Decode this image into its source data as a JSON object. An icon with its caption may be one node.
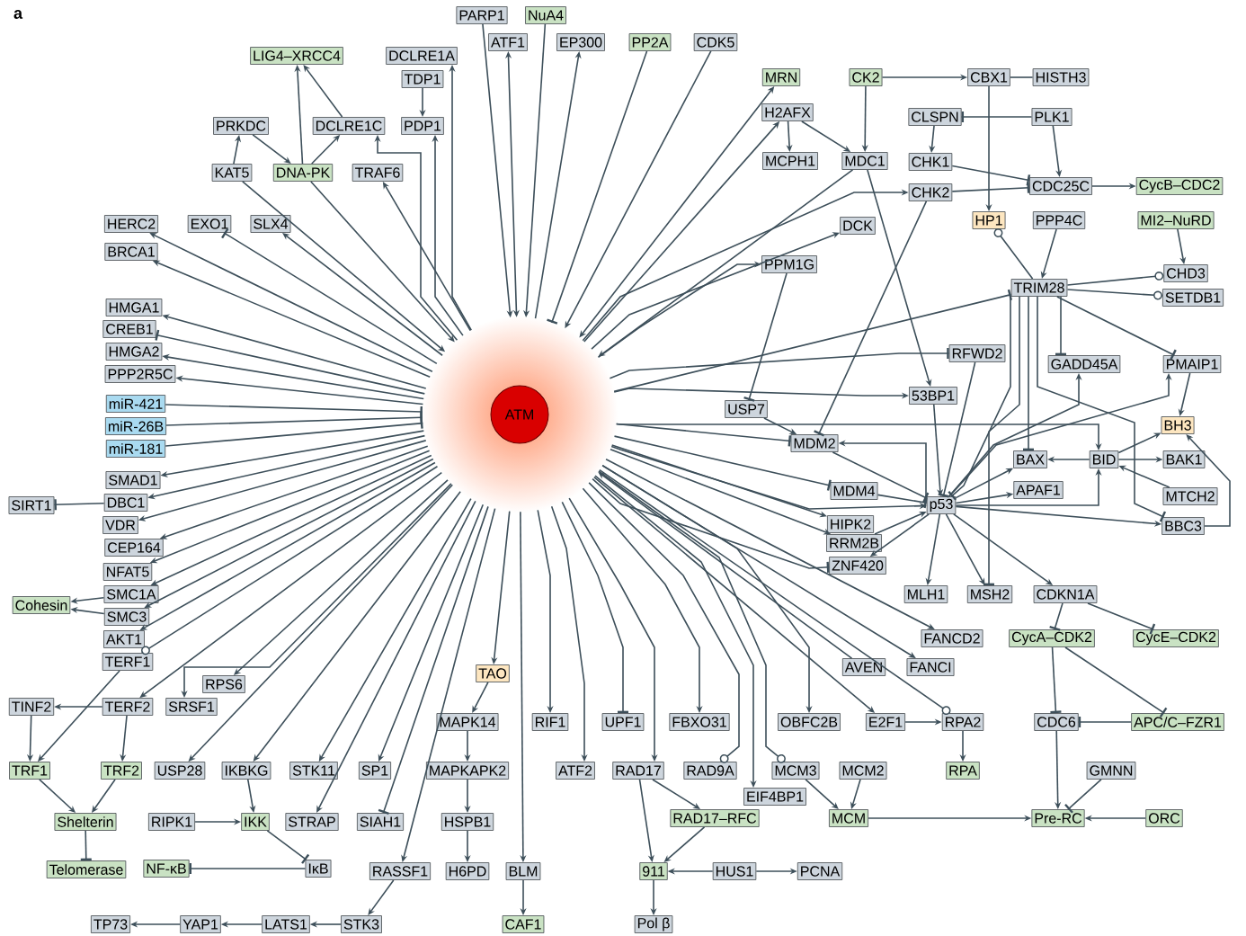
{
  "diagram": {
    "nodes": [
      {
        "text": [
          "ATM"
        ]
      },
      {
        "text": [
          "LIG4–XRCC4"
        ]
      },
      {
        "text": [
          "DCLRE1A"
        ]
      },
      {
        "text": [
          "TDP1"
        ]
      },
      {
        "text": [
          "PRKDC"
        ]
      },
      {
        "text": [
          "DCLRE1C"
        ]
      },
      {
        "text": [
          "PDP1"
        ]
      },
      {
        "text": [
          "KAT5"
        ]
      },
      {
        "text": [
          "DNA-PK"
        ]
      },
      {
        "text": [
          "TRAF6"
        ]
      },
      {
        "text": [
          "HERC2"
        ]
      },
      {
        "text": [
          "EXO1"
        ]
      },
      {
        "text": [
          "SLX4"
        ]
      },
      {
        "text": [
          "BRCA1"
        ]
      },
      {
        "text": [
          "HMGA1"
        ]
      },
      {
        "text": [
          "CREB1"
        ]
      },
      {
        "text": [
          "HMGA2"
        ]
      },
      {
        "text": [
          "PPP2R5C"
        ]
      },
      {
        "text": [
          "miR-421"
        ]
      },
      {
        "text": [
          "miR-26B"
        ]
      },
      {
        "text": [
          "miR-181"
        ]
      },
      {
        "text": [
          "SMAD1"
        ]
      },
      {
        "text": [
          "SIRT1"
        ]
      },
      {
        "text": [
          "DBC1"
        ]
      },
      {
        "text": [
          "VDR"
        ]
      },
      {
        "text": [
          "CEP164"
        ]
      },
      {
        "text": [
          "NFAT5"
        ]
      },
      {
        "text": [
          "Cohesin"
        ]
      },
      {
        "text": [
          "SMC1A"
        ]
      },
      {
        "text": [
          "SMC3"
        ]
      },
      {
        "text": [
          "AKT1"
        ]
      },
      {
        "text": [
          "TERF1"
        ]
      },
      {
        "text": [
          "RPS6"
        ]
      },
      {
        "text": [
          "TINF2"
        ]
      },
      {
        "text": [
          "TERF2"
        ]
      },
      {
        "text": [
          "SRSF1"
        ]
      },
      {
        "text": [
          "TRF1"
        ]
      },
      {
        "text": [
          "TRF2"
        ]
      },
      {
        "text": [
          "USP28"
        ]
      },
      {
        "text": [
          "IKBKG"
        ]
      },
      {
        "text": [
          "STK11"
        ]
      },
      {
        "text": [
          "SP1"
        ]
      },
      {
        "text": [
          "Shelterin"
        ]
      },
      {
        "text": [
          "RIPK1"
        ]
      },
      {
        "text": [
          "IKK"
        ]
      },
      {
        "text": [
          "STRAP"
        ]
      },
      {
        "text": [
          "SIAH1"
        ]
      },
      {
        "text": [
          "Telomerase"
        ]
      },
      {
        "text": [
          "NF-κB"
        ]
      },
      {
        "text": [
          "IκB"
        ]
      },
      {
        "text": [
          "RASSF1"
        ]
      },
      {
        "text": [
          "TP73"
        ]
      },
      {
        "text": [
          "YAP1"
        ]
      },
      {
        "text": [
          "LATS1"
        ]
      },
      {
        "text": [
          "STK3"
        ]
      },
      {
        "text": [
          "TAO"
        ]
      },
      {
        "text": [
          "MAPK14"
        ]
      },
      {
        "text": [
          "MAPKAPK2"
        ]
      },
      {
        "text": [
          "HSPB1"
        ]
      },
      {
        "text": [
          "H6PD"
        ]
      },
      {
        "text": [
          "BLM"
        ]
      },
      {
        "text": [
          "CAF1"
        ]
      },
      {
        "text": [
          "RIF1"
        ]
      },
      {
        "text": [
          "ATF2"
        ]
      },
      {
        "text": [
          "UPF1"
        ]
      },
      {
        "text": [
          "RAD17"
        ]
      },
      {
        "text": [
          "FBXO31"
        ]
      },
      {
        "text": [
          "RAD9A"
        ]
      },
      {
        "text": [
          "RAD17–RFC"
        ]
      },
      {
        "text": [
          "MCM3"
        ]
      },
      {
        "text": [
          "EIF4BP1"
        ]
      },
      {
        "text": [
          "OBFC2B"
        ]
      },
      {
        "text": [
          "MCM2"
        ]
      },
      {
        "text": [
          "911"
        ]
      },
      {
        "text": [
          "HUS1"
        ]
      },
      {
        "text": [
          "PCNA"
        ]
      },
      {
        "text": [
          "Pol β"
        ]
      },
      {
        "text": [
          "MCM"
        ]
      },
      {
        "text": [
          "PARP1"
        ]
      },
      {
        "text": [
          "NuA4"
        ]
      },
      {
        "text": [
          "ATF1"
        ]
      },
      {
        "text": [
          "EP300"
        ]
      },
      {
        "text": [
          "PP2A"
        ]
      },
      {
        "text": [
          "CDK5"
        ]
      },
      {
        "text": [
          "MRN"
        ]
      },
      {
        "text": [
          "H2AFX"
        ]
      },
      {
        "text": [
          "MCPH1"
        ]
      },
      {
        "text": [
          "MDC1"
        ]
      },
      {
        "text": [
          "CK2"
        ]
      },
      {
        "text": [
          "CBX1"
        ]
      },
      {
        "text": [
          "HISTH3"
        ]
      },
      {
        "text": [
          "CLSPN"
        ]
      },
      {
        "text": [
          "PLK1"
        ]
      },
      {
        "text": [
          "CHK1"
        ]
      },
      {
        "text": [
          "CHK2"
        ]
      },
      {
        "text": [
          "CDC25C"
        ]
      },
      {
        "text": [
          "CycB–CDC2"
        ]
      },
      {
        "text": [
          "DCK"
        ]
      },
      {
        "text": [
          "HP1"
        ]
      },
      {
        "text": [
          "PPP4C"
        ]
      },
      {
        "text": [
          "MI2–NuRD"
        ]
      },
      {
        "text": [
          "PPM1G"
        ]
      },
      {
        "text": [
          "TRIM28"
        ]
      },
      {
        "text": [
          "CHD3"
        ]
      },
      {
        "text": [
          "SETDB1"
        ]
      },
      {
        "text": [
          "RFWD2"
        ]
      },
      {
        "text": [
          "GADD45A"
        ]
      },
      {
        "text": [
          "PMAIP1"
        ]
      },
      {
        "text": [
          "53BP1"
        ]
      },
      {
        "text": [
          "USP7"
        ]
      },
      {
        "text": [
          "BH3"
        ]
      },
      {
        "text": [
          "MDM2"
        ]
      },
      {
        "text": [
          "BAX"
        ]
      },
      {
        "text": [
          "BID"
        ]
      },
      {
        "text": [
          "BAK1"
        ]
      },
      {
        "text": [
          "MDM4"
        ]
      },
      {
        "text": [
          "APAF1"
        ]
      },
      {
        "text": [
          "p53"
        ]
      },
      {
        "text": [
          "MTCH2"
        ]
      },
      {
        "text": [
          "HIPK2"
        ]
      },
      {
        "text": [
          "RRM2B"
        ]
      },
      {
        "text": [
          "BBC3"
        ]
      },
      {
        "text": [
          "ZNF420"
        ]
      },
      {
        "text": [
          "MLH1"
        ]
      },
      {
        "text": [
          "MSH2"
        ]
      },
      {
        "text": [
          "CDKN1A"
        ]
      },
      {
        "text": [
          "FANCD2"
        ]
      },
      {
        "text": [
          "CycA–CDK2"
        ]
      },
      {
        "text": [
          "CycE–CDK2"
        ]
      },
      {
        "text": [
          "AVEN"
        ]
      },
      {
        "text": [
          "FANCI"
        ]
      },
      {
        "text": [
          "E2F1"
        ]
      },
      {
        "text": [
          "RPA2"
        ]
      },
      {
        "text": [
          "CDC6"
        ]
      },
      {
        "text": [
          "APC/C–FZR1"
        ]
      },
      {
        "text": [
          "RPA"
        ]
      },
      {
        "text": [
          "GMNN"
        ]
      },
      {
        "text": [
          "Pre-RC"
        ]
      },
      {
        "text": [
          "ORC"
        ]
      }
    ],
    "edges": [
      {
        "from": 7,
        "to": 0,
        "arrow": "to"
      },
      {
        "from": 8,
        "to": 0,
        "arrow": "to"
      },
      {
        "from": 0,
        "to": 9,
        "arrow": "to"
      },
      {
        "from": 0,
        "to": 5,
        "arrow": "to"
      },
      {
        "from": 0,
        "to": 6,
        "arrow": "to"
      },
      {
        "from": 0,
        "to": 2,
        "arrow": "to"
      },
      {
        "from": 78,
        "to": 0,
        "arrow": "to"
      },
      {
        "from": 0,
        "to": 80,
        "arrow": "both"
      },
      {
        "from": 79,
        "to": 0,
        "arrow": "to"
      },
      {
        "from": 0,
        "to": 81,
        "arrow": "to"
      },
      {
        "from": 82,
        "to": 0,
        "arrow": "other"
      },
      {
        "from": 83,
        "to": 0,
        "arrow": "to"
      },
      {
        "from": 0,
        "to": 84,
        "arrow": "both"
      },
      {
        "from": 0,
        "to": 85,
        "arrow": "to"
      },
      {
        "from": 87,
        "to": 0,
        "arrow": "to"
      },
      {
        "from": 0,
        "to": 94,
        "arrow": "to"
      },
      {
        "from": 0,
        "to": 97,
        "arrow": "to"
      },
      {
        "from": 0,
        "to": 101,
        "arrow": "to"
      },
      {
        "from": 0,
        "to": 102,
        "arrow": "other"
      },
      {
        "from": 0,
        "to": 105,
        "arrow": "other"
      },
      {
        "from": 0,
        "to": 108,
        "arrow": "to"
      },
      {
        "from": 0,
        "to": 113,
        "arrow": "to"
      },
      {
        "from": 0,
        "to": 111,
        "arrow": "other"
      },
      {
        "from": 0,
        "to": 115,
        "arrow": "other"
      },
      {
        "from": 0,
        "to": 117,
        "arrow": "to"
      },
      {
        "from": 0,
        "to": 119,
        "arrow": "to"
      },
      {
        "from": 0,
        "to": 120,
        "arrow": "to"
      },
      {
        "from": 0,
        "to": 122,
        "arrow": "other"
      },
      {
        "from": 0,
        "to": 126,
        "arrow": "to"
      },
      {
        "from": 0,
        "to": 130,
        "arrow": "to"
      },
      {
        "from": 129,
        "to": 0,
        "arrow": "to"
      },
      {
        "from": 0,
        "to": 131,
        "arrow": "to"
      },
      {
        "from": 0,
        "to": 132,
        "arrow": "other"
      },
      {
        "from": 0,
        "to": 71,
        "arrow": "to"
      },
      {
        "from": 0,
        "to": 70,
        "arrow": "to"
      },
      {
        "from": 0,
        "to": 69,
        "arrow": "other"
      },
      {
        "from": 0,
        "to": 67,
        "arrow": "other"
      },
      {
        "from": 0,
        "to": 66,
        "arrow": "to"
      },
      {
        "from": 0,
        "to": 65,
        "arrow": "to"
      },
      {
        "from": 0,
        "to": 64,
        "arrow": "other"
      },
      {
        "from": 0,
        "to": 63,
        "arrow": "to"
      },
      {
        "from": 0,
        "to": 62,
        "arrow": "to"
      },
      {
        "from": 0,
        "to": 60,
        "arrow": "to"
      },
      {
        "from": 0,
        "to": 55,
        "arrow": "to"
      },
      {
        "from": 0,
        "to": 50,
        "arrow": "to"
      },
      {
        "from": 0,
        "to": 46,
        "arrow": "other"
      },
      {
        "from": 0,
        "to": 41,
        "arrow": "to"
      },
      {
        "from": 0,
        "to": 40,
        "arrow": "to"
      },
      {
        "from": 0,
        "to": 45,
        "arrow": "to"
      },
      {
        "from": 0,
        "to": 39,
        "arrow": "to"
      },
      {
        "from": 0,
        "to": 38,
        "arrow": "to"
      },
      {
        "from": 0,
        "to": 35,
        "arrow": "to"
      },
      {
        "from": 0,
        "to": 32,
        "arrow": "to"
      },
      {
        "from": 0,
        "to": 34,
        "arrow": "to"
      },
      {
        "from": 0,
        "to": 31,
        "arrow": "other"
      },
      {
        "from": 0,
        "to": 30,
        "arrow": "to"
      },
      {
        "from": 0,
        "to": 29,
        "arrow": "to"
      },
      {
        "from": 0,
        "to": 28,
        "arrow": "to"
      },
      {
        "from": 0,
        "to": 26,
        "arrow": "to"
      },
      {
        "from": 0,
        "to": 25,
        "arrow": "to"
      },
      {
        "from": 0,
        "to": 24,
        "arrow": "to"
      },
      {
        "from": 0,
        "to": 23,
        "arrow": "to"
      },
      {
        "from": 0,
        "to": 21,
        "arrow": "to"
      },
      {
        "from": 18,
        "to": 0,
        "arrow": "other"
      },
      {
        "from": 19,
        "to": 0,
        "arrow": "other"
      },
      {
        "from": 20,
        "to": 0,
        "arrow": "other"
      },
      {
        "from": 0,
        "to": 17,
        "arrow": "to"
      },
      {
        "from": 0,
        "to": 16,
        "arrow": "to"
      },
      {
        "from": 0,
        "to": 15,
        "arrow": "other"
      },
      {
        "from": 0,
        "to": 14,
        "arrow": "to"
      },
      {
        "from": 0,
        "to": 13,
        "arrow": "to"
      },
      {
        "from": 0,
        "to": 10,
        "arrow": "to"
      },
      {
        "from": 0,
        "to": 11,
        "arrow": "other"
      },
      {
        "from": 0,
        "to": 12,
        "arrow": "to"
      },
      {
        "from": 7,
        "to": 4,
        "arrow": "to"
      },
      {
        "from": 4,
        "to": 8,
        "arrow": "to"
      },
      {
        "from": 8,
        "to": 1,
        "arrow": "to"
      },
      {
        "from": 8,
        "to": 5,
        "arrow": "to"
      },
      {
        "from": 5,
        "to": 1,
        "arrow": "to"
      },
      {
        "from": 3,
        "to": 6,
        "arrow": "to"
      },
      {
        "from": 23,
        "to": 22,
        "arrow": "other"
      },
      {
        "from": 28,
        "to": 27,
        "arrow": "to"
      },
      {
        "from": 29,
        "to": 27,
        "arrow": "to"
      },
      {
        "from": 31,
        "to": 36,
        "arrow": "to"
      },
      {
        "from": 34,
        "to": 33,
        "arrow": "to"
      },
      {
        "from": 33,
        "to": 36,
        "arrow": "to"
      },
      {
        "from": 34,
        "to": 37,
        "arrow": "to"
      },
      {
        "from": 36,
        "to": 42,
        "arrow": "to"
      },
      {
        "from": 37,
        "to": 42,
        "arrow": "to"
      },
      {
        "from": 42,
        "to": 47,
        "arrow": "other"
      },
      {
        "from": 39,
        "to": 44,
        "arrow": "to"
      },
      {
        "from": 43,
        "to": 44,
        "arrow": "to"
      },
      {
        "from": 49,
        "to": 48,
        "arrow": "other"
      },
      {
        "from": 44,
        "to": 49,
        "arrow": "other"
      },
      {
        "from": 50,
        "to": 54,
        "arrow": "to"
      },
      {
        "from": 54,
        "to": 53,
        "arrow": "to"
      },
      {
        "from": 53,
        "to": 52,
        "arrow": "to"
      },
      {
        "from": 52,
        "to": 51,
        "arrow": "to"
      },
      {
        "from": 55,
        "to": 56,
        "arrow": "to"
      },
      {
        "from": 56,
        "to": 57,
        "arrow": "to"
      },
      {
        "from": 57,
        "to": 58,
        "arrow": "to"
      },
      {
        "from": 58,
        "to": 59,
        "arrow": "to"
      },
      {
        "from": 60,
        "to": 61,
        "arrow": "to"
      },
      {
        "from": 65,
        "to": 68,
        "arrow": "to"
      },
      {
        "from": 65,
        "to": 73,
        "arrow": "to"
      },
      {
        "from": 68,
        "to": 73,
        "arrow": "to"
      },
      {
        "from": 74,
        "to": 73,
        "arrow": "to"
      },
      {
        "from": 74,
        "to": 75,
        "arrow": "to"
      },
      {
        "from": 73,
        "to": 76,
        "arrow": "to"
      },
      {
        "from": 69,
        "to": 77,
        "arrow": "to"
      },
      {
        "from": 72,
        "to": 77,
        "arrow": "to"
      },
      {
        "from": 77,
        "to": 137,
        "arrow": "to"
      },
      {
        "from": 85,
        "to": 86,
        "arrow": "to"
      },
      {
        "from": 85,
        "to": 87,
        "arrow": "to"
      },
      {
        "from": 88,
        "to": 89,
        "arrow": "to"
      },
      {
        "from": 88,
        "to": 87,
        "arrow": "to"
      },
      {
        "from": 89,
        "to": 90,
        "arrow": "none"
      },
      {
        "from": 89,
        "to": 98,
        "arrow": "to"
      },
      {
        "from": 92,
        "to": 91,
        "arrow": "other"
      },
      {
        "from": 92,
        "to": 95,
        "arrow": "to"
      },
      {
        "from": 91,
        "to": 93,
        "arrow": "to"
      },
      {
        "from": 93,
        "to": 95,
        "arrow": "other"
      },
      {
        "from": 94,
        "to": 95,
        "arrow": "other"
      },
      {
        "from": 95,
        "to": 96,
        "arrow": "to"
      },
      {
        "from": 87,
        "to": 108,
        "arrow": "to"
      },
      {
        "from": 94,
        "to": 111,
        "arrow": "other"
      },
      {
        "from": 102,
        "to": 98,
        "arrow": "other"
      },
      {
        "from": 99,
        "to": 102,
        "arrow": "to"
      },
      {
        "from": 100,
        "to": 103,
        "arrow": "to"
      },
      {
        "from": 102,
        "to": 103,
        "arrow": "other"
      },
      {
        "from": 102,
        "to": 104,
        "arrow": "other"
      },
      {
        "from": 102,
        "to": 106,
        "arrow": "other"
      },
      {
        "from": 102,
        "to": 107,
        "arrow": "other"
      },
      {
        "from": 102,
        "to": 112,
        "arrow": "other"
      },
      {
        "from": 102,
        "to": 124,
        "arrow": "other"
      },
      {
        "from": 102,
        "to": 121,
        "arrow": "other"
      },
      {
        "from": 102,
        "to": 117,
        "arrow": "other"
      },
      {
        "from": 101,
        "to": 109,
        "arrow": "other"
      },
      {
        "from": 109,
        "to": 111,
        "arrow": "to"
      },
      {
        "from": 117,
        "to": 111,
        "arrow": "to"
      },
      {
        "from": 111,
        "to": 117,
        "arrow": "other"
      },
      {
        "from": 115,
        "to": 117,
        "arrow": "other"
      },
      {
        "from": 108,
        "to": 117,
        "arrow": "to"
      },
      {
        "from": 105,
        "to": 117,
        "arrow": "other"
      },
      {
        "from": 120,
        "to": 117,
        "arrow": "to"
      },
      {
        "from": 117,
        "to": 122,
        "arrow": "to"
      },
      {
        "from": 117,
        "to": 106,
        "arrow": "to"
      },
      {
        "from": 117,
        "to": 107,
        "arrow": "to"
      },
      {
        "from": 117,
        "to": 112,
        "arrow": "to"
      },
      {
        "from": 117,
        "to": 116,
        "arrow": "to"
      },
      {
        "from": 117,
        "to": 113,
        "arrow": "to"
      },
      {
        "from": 117,
        "to": 121,
        "arrow": "to"
      },
      {
        "from": 117,
        "to": 123,
        "arrow": "to"
      },
      {
        "from": 117,
        "to": 124,
        "arrow": "to"
      },
      {
        "from": 117,
        "to": 125,
        "arrow": "to"
      },
      {
        "from": 113,
        "to": 112,
        "arrow": "to"
      },
      {
        "from": 113,
        "to": 114,
        "arrow": "to"
      },
      {
        "from": 113,
        "to": 110,
        "arrow": "to"
      },
      {
        "from": 107,
        "to": 110,
        "arrow": "to"
      },
      {
        "from": 121,
        "to": 110,
        "arrow": "to"
      },
      {
        "from": 118,
        "to": 113,
        "arrow": "to"
      },
      {
        "from": 125,
        "to": 127,
        "arrow": "other"
      },
      {
        "from": 125,
        "to": 128,
        "arrow": "other"
      },
      {
        "from": 127,
        "to": 133,
        "arrow": "other"
      },
      {
        "from": 127,
        "to": 134,
        "arrow": "other"
      },
      {
        "from": 134,
        "to": 133,
        "arrow": "other"
      },
      {
        "from": 133,
        "to": 137,
        "arrow": "to"
      },
      {
        "from": 136,
        "to": 137,
        "arrow": "other"
      },
      {
        "from": 138,
        "to": 137,
        "arrow": "to"
      },
      {
        "from": 131,
        "to": 132,
        "arrow": "to"
      },
      {
        "from": 132,
        "to": 135,
        "arrow": "to"
      }
    ],
    "labels": [
      "a"
    ]
  }
}
